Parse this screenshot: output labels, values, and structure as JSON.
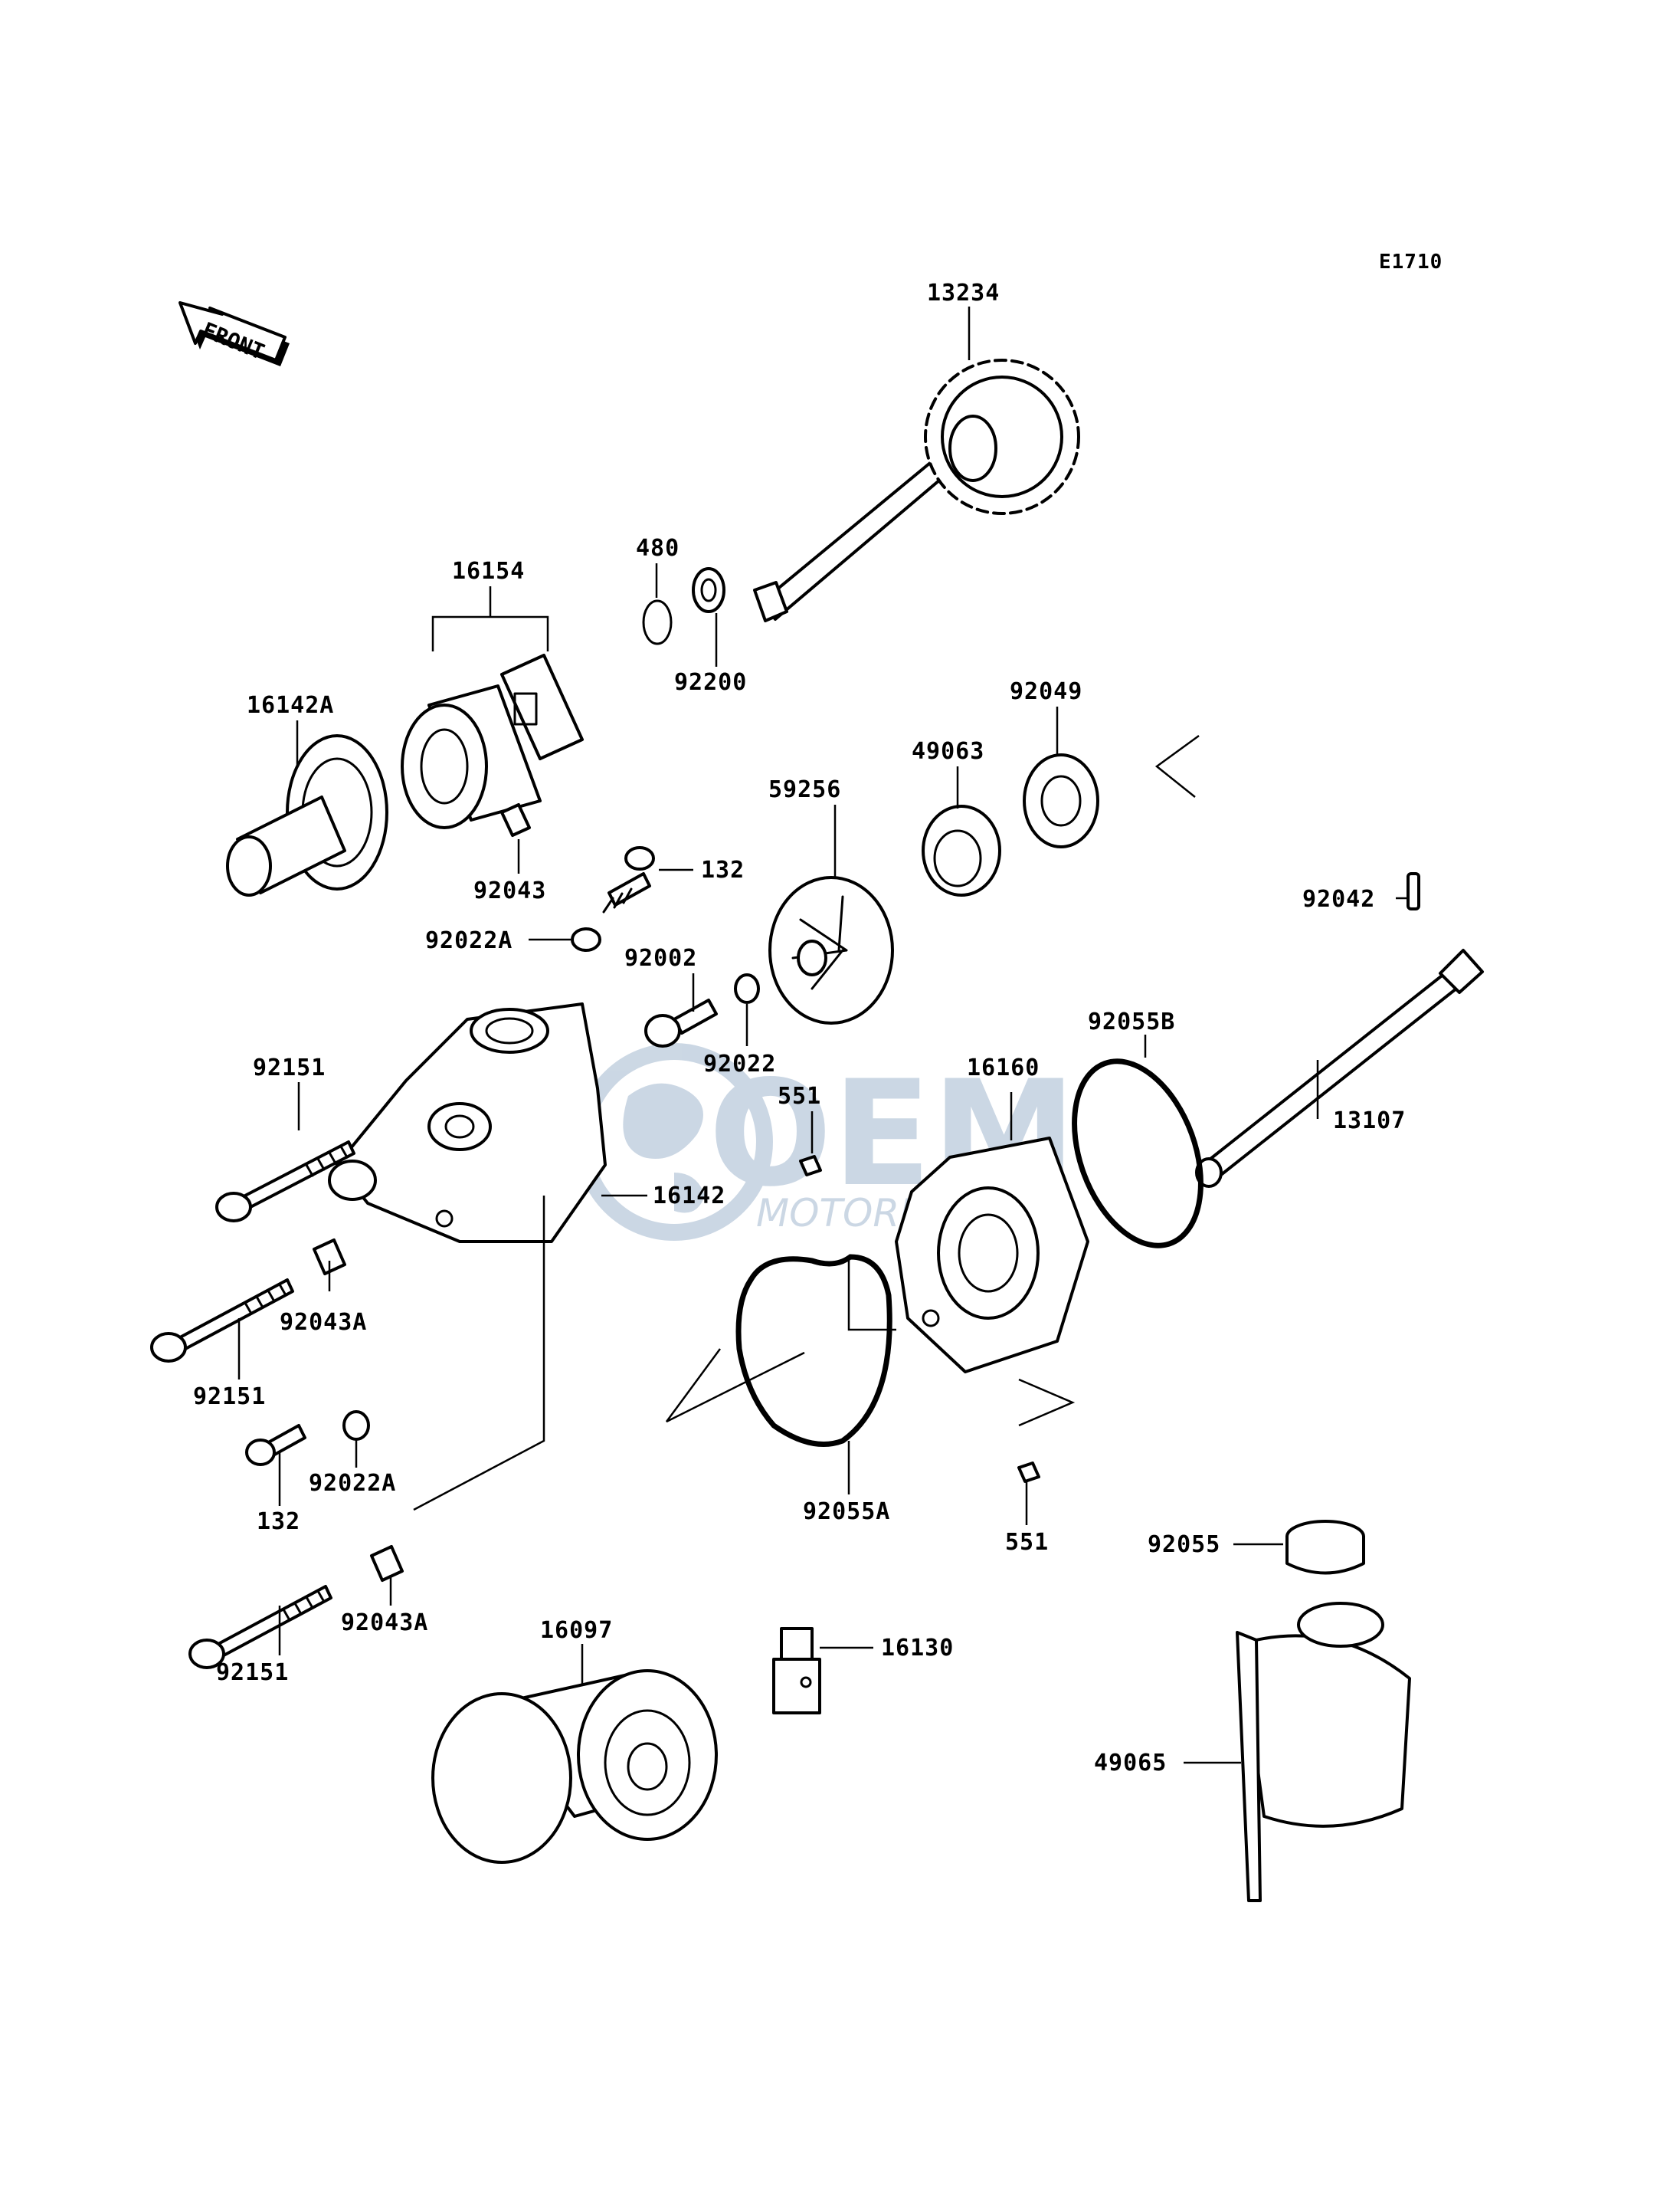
{
  "diagram": {
    "code": "E1710",
    "front_label": "FRONT",
    "watermark": {
      "main": "OEM",
      "sub": "MOTORPARTS",
      "color": "#6d8fb3"
    },
    "labels": {
      "p13234": "13234",
      "p480": "480",
      "p16154": "16154",
      "p92200": "92200",
      "p16142A": "16142A",
      "p92049": "92049",
      "p49063": "49063",
      "p59256": "59256",
      "p92043": "92043",
      "p132_top": "132",
      "p92042": "92042",
      "p92022A_top": "92022A",
      "p92002": "92002",
      "p92055B": "92055B",
      "p92151_a": "92151",
      "p92022": "92022",
      "p16160": "16160",
      "p551_top": "551",
      "p13107": "13107",
      "p16142": "16142",
      "p92043A_mid": "92043A",
      "p92151_b": "92151",
      "p92022A_bot": "92022A",
      "p132_bot": "132",
      "p92055A": "92055A",
      "p551_bot": "551",
      "p92055": "92055",
      "p92043A_bot": "92043A",
      "p16097": "16097",
      "p16130": "16130",
      "p92151_c": "92151",
      "p49065": "49065"
    }
  }
}
